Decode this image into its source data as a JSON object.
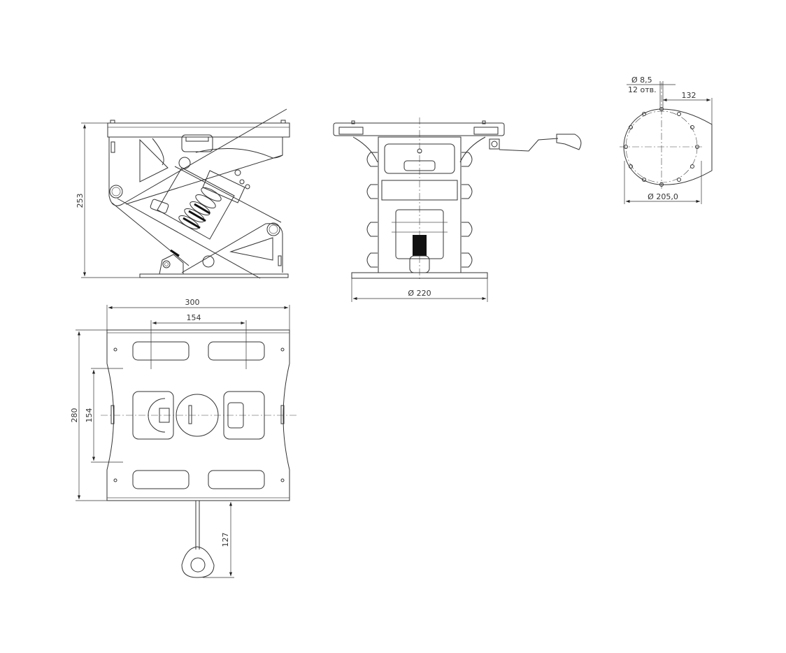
{
  "drawing": {
    "title": "Seat suspension mechanism — technical drawing",
    "background": "#ffffff",
    "line_color": "#333333",
    "views": {
      "side_view": {
        "height_dimension": "253"
      },
      "front_view": {
        "base_diameter": "Ø 220"
      },
      "swivel_plate_view": {
        "hole_diameter": "Ø 8,5",
        "hole_count": "12 отв.",
        "offset_dimension": "132",
        "bolt_circle_diameter": "Ø 205,0"
      },
      "top_view": {
        "width_dimension": "300",
        "mount_spacing_x": "154",
        "depth_dimension": "280",
        "mount_spacing_y": "154",
        "handle_length": "127"
      }
    }
  }
}
